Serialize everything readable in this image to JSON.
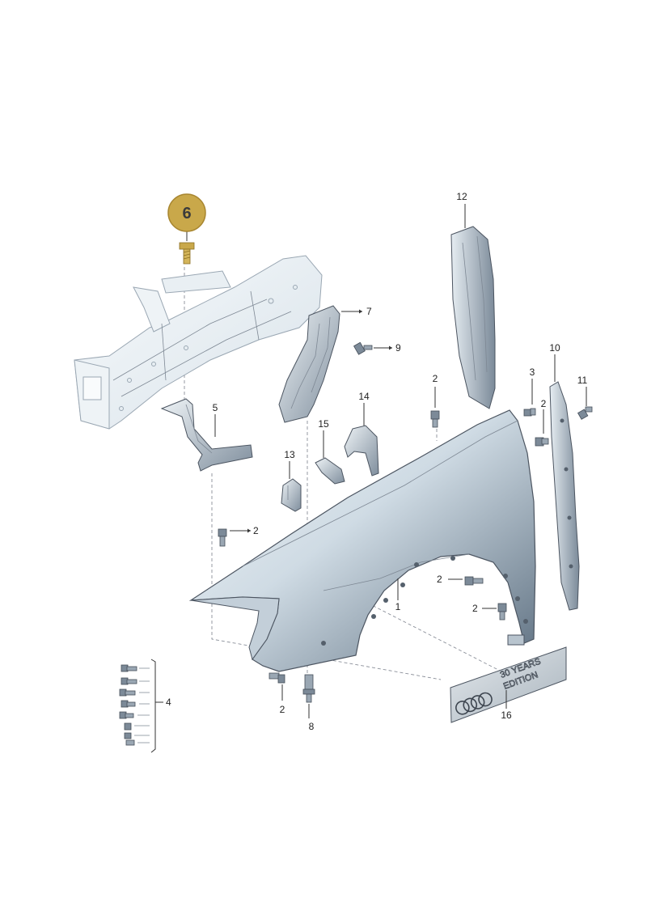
{
  "highlight": {
    "label": "6",
    "fill": "#c9a84a",
    "stroke": "#a88630"
  },
  "callouts": {
    "c1": "1",
    "c2a": "2",
    "c2b": "2",
    "c2c": "2",
    "c2d": "2",
    "c2e": "2",
    "c2f": "2",
    "c3": "3",
    "c4": "4",
    "c5": "5",
    "c7": "7",
    "c8": "8",
    "c9": "9",
    "c10": "10",
    "c11": "11",
    "c12": "12",
    "c13": "13",
    "c14": "14",
    "c15": "15",
    "c16": "16"
  },
  "badge": {
    "line1": "30 YEARS",
    "line2": "EDITION",
    "logo": "four-rings-logo"
  },
  "colors": {
    "panel": "#dfe8ee",
    "panel_dark": "#8796a6",
    "line": "#4c5561"
  }
}
